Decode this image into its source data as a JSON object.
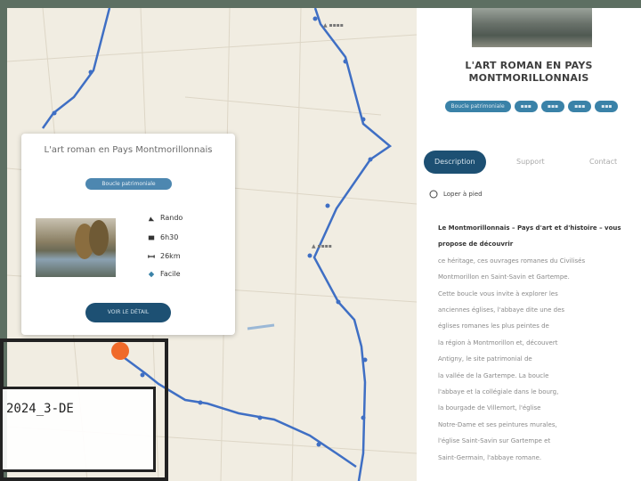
{
  "map": {
    "place_labels": [
      "▲ ▪▪▪▪",
      "▲ ▪▪▪▪"
    ],
    "boundary_code": "2024_3-DE"
  },
  "popup": {
    "title": "L'art roman en Pays Montmorillonnais",
    "tag": "Boucle patrimoniale",
    "info": [
      {
        "icon": "activity-icon",
        "text": "Rando"
      },
      {
        "icon": "duration-icon",
        "text": "6h30"
      },
      {
        "icon": "distance-icon",
        "text": "26km"
      },
      {
        "icon": "difficulty-icon",
        "text": "Facile"
      }
    ],
    "button": "VOIR LE DÉTAIL"
  },
  "panel": {
    "title": "L'ART ROMAN EN PAYS MONTMORILLONNAIS",
    "tags": [
      "Boucle patrimoniale",
      "▪▪▪",
      "▪▪▪",
      "▪▪▪",
      "▪▪▪"
    ],
    "tabs": [
      "Description",
      "Support",
      "Contact"
    ],
    "walk_label": "Loper à pied",
    "description_lead": "Le Montmorillonnais – Pays d'art et d'histoire – vous propose de découvrir",
    "description_lines": [
      "ce héritage, ces ouvrages romanes du Civilisés",
      "Montmorillon en Saint-Savin et Gartempe.",
      "Cette boucle vous invite à explorer les",
      "anciennes églises, l'abbaye dite une des",
      "églises romanes les plus peintes de",
      "la région à Montmorillon et, découvert",
      "Antigny, le site patrimonial de",
      "la vallée de la Gartempe. La boucle",
      "l'abbaye et la collégiale dans le bourg,",
      "la bourgade de Villemort, l'église",
      "Notre-Dame et ses peintures murales,",
      "l'église Saint-Savin sur Gartempe et",
      "Saint-Germain, l'abbaye romane."
    ]
  },
  "colors": {
    "route": "#3f6fc4",
    "accent": "#1d5073",
    "tag": "#3a82a8",
    "start": "#f06a2a"
  }
}
